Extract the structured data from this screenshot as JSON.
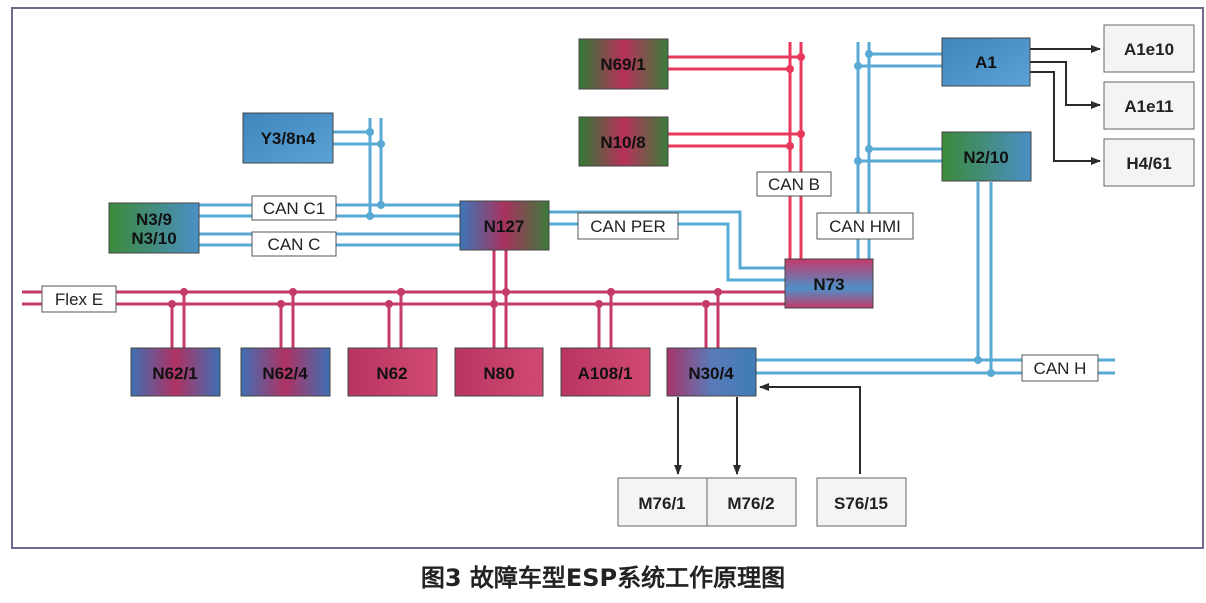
{
  "caption": "图3 故障车型ESP系统工作原理图",
  "colors": {
    "red_bus": "#e8385c",
    "blue_bus": "#58a9d4",
    "flex_bus": "#c43a6a",
    "frame": "#6f6a8a",
    "arrow": "#2b2b2b",
    "box_border": "#555555",
    "blue_module": "#4f93c6",
    "green_module": "#3f8a3f",
    "red_module": "#c73d63",
    "dark_red_module": "#8a2a3a",
    "white_module": "#f4f4f4"
  },
  "modules": {
    "Y3_8n4": "Y3/8n4",
    "N3_9": "N3/9",
    "N3_10": "N3/10",
    "N127": "N127",
    "N69_1": "N69/1",
    "N10_8": "N10/8",
    "A1": "A1",
    "N2_10": "N2/10",
    "A1e10": "A1e10",
    "A1e11": "A1e11",
    "H4_61": "H4/61",
    "N73": "N73",
    "N62_1": "N62/1",
    "N62_4": "N62/4",
    "N62": "N62",
    "N80": "N80",
    "A108_1": "A108/1",
    "N30_4": "N30/4",
    "M76_1": "M76/1",
    "M76_2": "M76/2",
    "S76_15": "S76/15"
  },
  "bus_labels": {
    "can_c1": "CAN C1",
    "can_c": "CAN C",
    "can_per": "CAN PER",
    "can_b": "CAN B",
    "can_hmi": "CAN HMI",
    "flex_e": "Flex E",
    "can_h": "CAN H"
  }
}
